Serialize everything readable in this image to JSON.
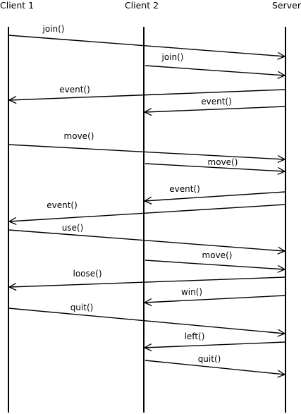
{
  "participants": [
    {
      "id": "c1",
      "name": "Client 1"
    },
    {
      "id": "c2",
      "name": "Client 2"
    },
    {
      "id": "srv",
      "name": "Server"
    }
  ],
  "messages": [
    {
      "from": "c1",
      "to": "srv",
      "label": "join()"
    },
    {
      "from": "c2",
      "to": "srv",
      "label": "join()"
    },
    {
      "from": "srv",
      "to": "c1",
      "label": "event()"
    },
    {
      "from": "srv",
      "to": "c2",
      "label": "event()"
    },
    {
      "from": "c1",
      "to": "srv",
      "label": "move()"
    },
    {
      "from": "c2",
      "to": "srv",
      "label": "move()"
    },
    {
      "from": "srv",
      "to": "c2",
      "label": "event()"
    },
    {
      "from": "srv",
      "to": "c1",
      "label": "event()"
    },
    {
      "from": "c1",
      "to": "srv",
      "label": "use()"
    },
    {
      "from": "c2",
      "to": "srv",
      "label": "move()"
    },
    {
      "from": "srv",
      "to": "c1",
      "label": "loose()"
    },
    {
      "from": "srv",
      "to": "c2",
      "label": "win()"
    },
    {
      "from": "c1",
      "to": "srv",
      "label": "quit()"
    },
    {
      "from": "srv",
      "to": "c2",
      "label": "left()"
    },
    {
      "from": "c2",
      "to": "srv",
      "label": "quit()"
    }
  ]
}
